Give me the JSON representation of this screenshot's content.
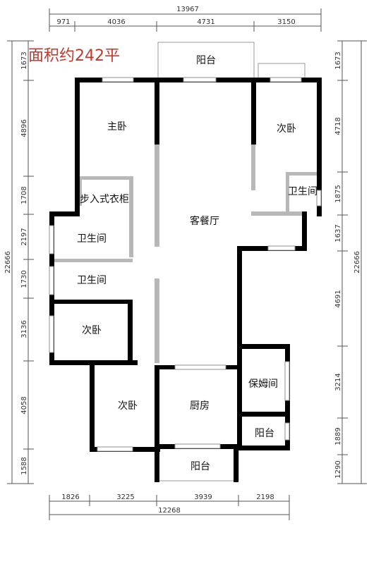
{
  "area_label": "面积约242平",
  "rooms": {
    "master_bedroom": "主卧",
    "second_bedroom_right": "次卧",
    "bath_right": "卫生间",
    "walk_in_closet": "步入式衣柜",
    "living_dining": "客餐厅",
    "bath_left_1": "卫生间",
    "bath_left_2": "卫生间",
    "bedroom_left": "次卧",
    "bedroom_bottom": "次卧",
    "kitchen": "厨房",
    "nanny_room": "保姆间",
    "balcony_top": "阳台",
    "balcony_bottom": "阳台",
    "balcony_small": "阳台"
  },
  "dimensions": {
    "top_total": "13967",
    "top": [
      "971",
      "4036",
      "4731",
      "3150"
    ],
    "bottom_total": "12268",
    "bottom": [
      "1826",
      "3225",
      "3939",
      "2198"
    ],
    "left_total": "22666",
    "left": [
      "1673",
      "4896",
      "1708",
      "2197",
      "1730",
      "3136",
      "4058",
      "1588"
    ],
    "right_total": "22666",
    "right": [
      "1673",
      "4718",
      "1875",
      "1637",
      "4691",
      "3214",
      "1889",
      "1290"
    ]
  }
}
